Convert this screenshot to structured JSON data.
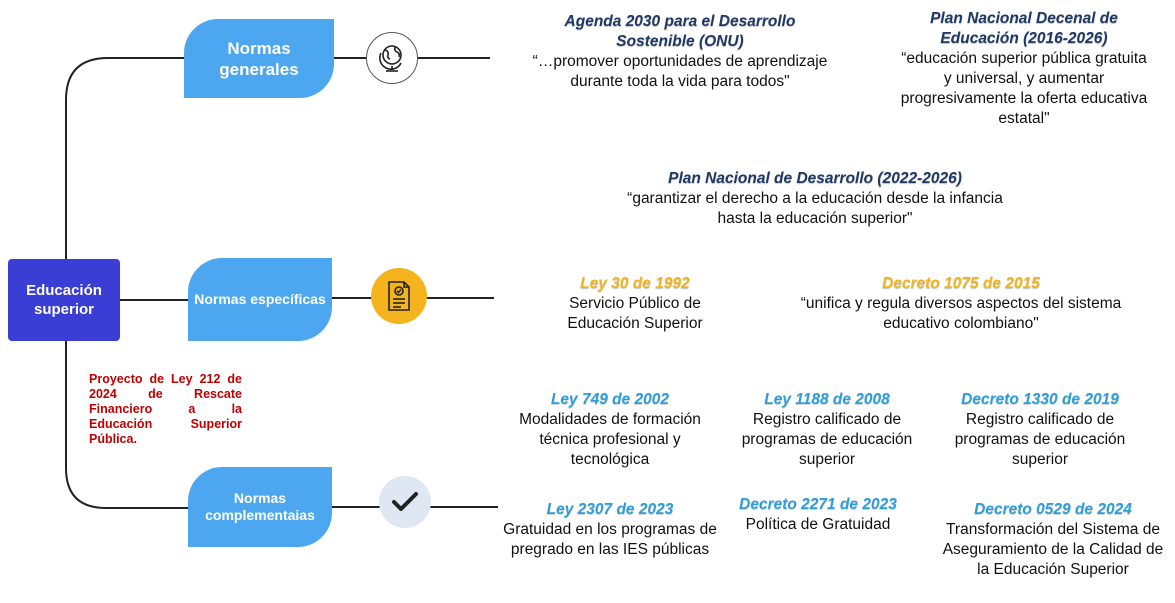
{
  "root": {
    "label": "Educación superior",
    "color": "#3b3ed4"
  },
  "categories": [
    {
      "label": "Normas generales",
      "icon": "globe-icon"
    },
    {
      "label": "Normas específicas",
      "icon": "document-icon"
    },
    {
      "label": "Normas complementaias",
      "icon": "checkmark-icon"
    }
  ],
  "colors": {
    "category_fill": "#4da7f0",
    "navy_title": "#1f3864",
    "gold_title": "#f0b51e",
    "blue_title": "#2e9ed9",
    "note": "#c00000",
    "doc_circle": "#f5b41d"
  },
  "general": [
    {
      "title": "Agenda 2030 para el Desarrollo Sostenible (ONU)",
      "desc": "“…promover oportunidades de aprendizaje durante toda la vida para todos\""
    },
    {
      "title": "Plan Nacional Decenal de Educación (2016-2026)",
      "desc": "“educación superior pública gratuita y universal, y aumentar progresivamente la oferta educativa estatal\""
    },
    {
      "title": "Plan Nacional de Desarrollo (2022-2026)",
      "desc": "“garantizar el derecho a la educación desde la infancia hasta la educación superior\""
    }
  ],
  "specific": [
    {
      "title": "Ley 30 de 1992",
      "desc": "Servicio Público de Educación Superior"
    },
    {
      "title": "Decreto 1075 de 2015",
      "desc": "“unifica y regula diversos aspectos del sistema educativo colombiano\""
    }
  ],
  "complementary": [
    {
      "title": "Ley 749 de 2002",
      "desc": "Modalidades de formación técnica profesional y tecnológica"
    },
    {
      "title": "Ley 1188 de 2008",
      "desc": "Registro calificado de programas de educación superior"
    },
    {
      "title": "Decreto 1330 de 2019",
      "desc": "Registro calificado de programas de educación superior"
    },
    {
      "title": "Ley 2307 de 2023",
      "desc": "Gratuidad en los programas de pregrado en las IES públicas"
    },
    {
      "title": "Decreto 2271 de 2023",
      "desc": "Política de Gratuidad"
    },
    {
      "title": "Decreto 0529 de 2024",
      "desc": "Transformación del Sistema de Aseguramiento de la Calidad de la Educación Superior"
    }
  ],
  "note": "Proyecto de Ley 212 de 2024 de Rescate Financiero a la Educación Superior Pública."
}
